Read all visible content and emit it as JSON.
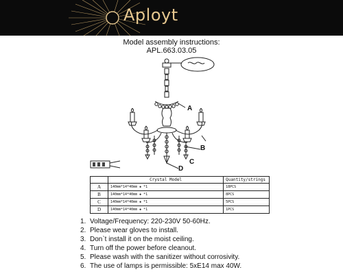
{
  "banner": {
    "brand": "Aployt",
    "background": "#0b0b0b",
    "accent": "#e6c78f"
  },
  "heading": {
    "line1": "Model assembly instructions:",
    "line2": "APL.663.03.05"
  },
  "callouts": [
    "A",
    "B",
    "C",
    "D"
  ],
  "table": {
    "headers": [
      "",
      "Crystal    Model",
      "Quantity/strings"
    ],
    "rows": [
      {
        "letter": "A",
        "model": "140mm*14*40mm ◈ *1",
        "qty": "18PCS"
      },
      {
        "letter": "B",
        "model": "140mm*14*40mm ◈ *1",
        "qty": "8PCS"
      },
      {
        "letter": "C",
        "model": "140mm*14*40mm ◈ *1",
        "qty": "5PCS"
      },
      {
        "letter": "D",
        "model": "140mm*14*40mm ◈ *1",
        "qty": "1PCS"
      }
    ]
  },
  "notes": [
    {
      "num": "1.",
      "text": "Voltage/Frequency: 220-230V 50-60Hz."
    },
    {
      "num": "2.",
      "text": "Please wear gloves to install."
    },
    {
      "num": "3.",
      "text": "Don`t install it on the moist ceiling."
    },
    {
      "num": "4.",
      "text": "Turn off the power before cleanout."
    },
    {
      "num": "5.",
      "text": "Please wash with the sanitizer without corrosivity."
    },
    {
      "num": "6.",
      "text": "The use of lamps is permissible: 5xE14 max 40W."
    }
  ]
}
